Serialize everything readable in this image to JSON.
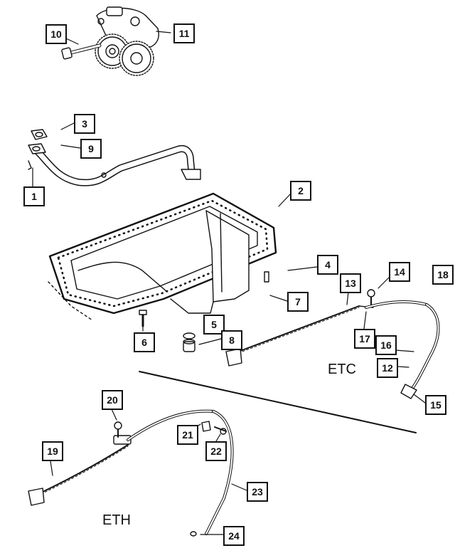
{
  "callouts": {
    "c1": "1",
    "c2": "2",
    "c3": "3",
    "c4": "4",
    "c5": "5",
    "c6": "6",
    "c7": "7",
    "c8": "8",
    "c9": "9",
    "c10": "10",
    "c11": "11",
    "c12": "12",
    "c13": "13",
    "c14": "14",
    "c15": "15",
    "c16": "16",
    "c17": "17",
    "c18": "18",
    "c19": "19",
    "c20": "20",
    "c21": "21",
    "c22": "22",
    "c23": "23",
    "c24": "24"
  },
  "variants": {
    "etc": "ETC",
    "eth": "ETH"
  },
  "colors": {
    "ink": "#111111",
    "paper": "#ffffff"
  }
}
